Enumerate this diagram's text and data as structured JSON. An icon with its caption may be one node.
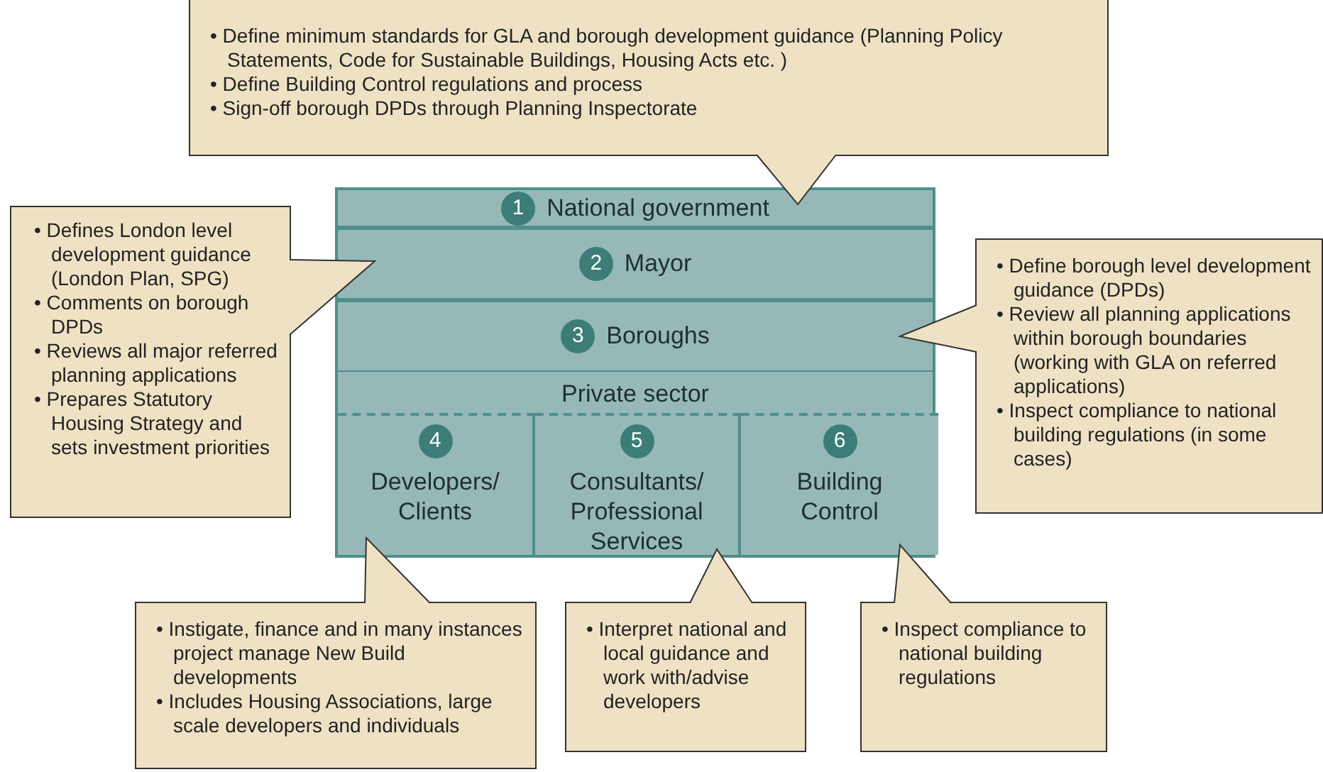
{
  "diagram": {
    "nodes": [
      {
        "text": [
          "1",
          "National government"
        ]
      },
      {
        "text": [
          "2",
          "Mayor"
        ]
      },
      {
        "text": [
          "3",
          "Boroughs"
        ]
      },
      {
        "text": [
          "Private sector"
        ]
      },
      {
        "text": [
          "4",
          "Developers/ Clients"
        ],
        "in": 3
      },
      {
        "text": [
          "5",
          "Consultants/ Professional Services"
        ],
        "in": 3
      },
      {
        "text": [
          "6",
          "Building Control"
        ],
        "in": 3
      },
      {
        "text": [
          "• Define minimum standards for GLA and borough development guidance (Planning Policy Statements, Code for Sustainable Buildings, Housing Acts etc. )",
          "• Define Building Control regulations and process",
          "• Sign-off borough DPDs through Planning Inspectorate"
        ]
      },
      {
        "text": [
          "• Defines London level development guidance (London Plan, SPG)",
          "• Comments on borough DPDs",
          "• Reviews all major referred planning applications",
          "• Prepares Statutory Housing Strategy and sets investment priorities"
        ]
      },
      {
        "text": [
          "• Define borough level development guidance (DPDs)",
          "• Review all planning applications within borough boundaries (working with GLA on referred applications)",
          "• Inspect compliance to  national building regulations (in some cases)"
        ]
      },
      {
        "text": [
          "• Instigate, finance and in many instances project manage New Build developments",
          "• Includes Housing Associations, large scale developers and individuals"
        ]
      },
      {
        "text": [
          "• Interpret national and local guidance and work with/advise developers"
        ]
      },
      {
        "text": [
          "• Inspect compliance to national building regulations"
        ]
      }
    ],
    "edges": [
      {
        "from": 7,
        "to": 0,
        "arrow": "to"
      },
      {
        "from": 8,
        "to": 1,
        "arrow": "to"
      },
      {
        "from": 9,
        "to": 2,
        "arrow": "to"
      },
      {
        "from": 10,
        "to": 4,
        "arrow": "to"
      },
      {
        "from": 11,
        "to": 5,
        "arrow": "to"
      },
      {
        "from": 12,
        "to": 6,
        "arrow": "to"
      }
    ]
  }
}
